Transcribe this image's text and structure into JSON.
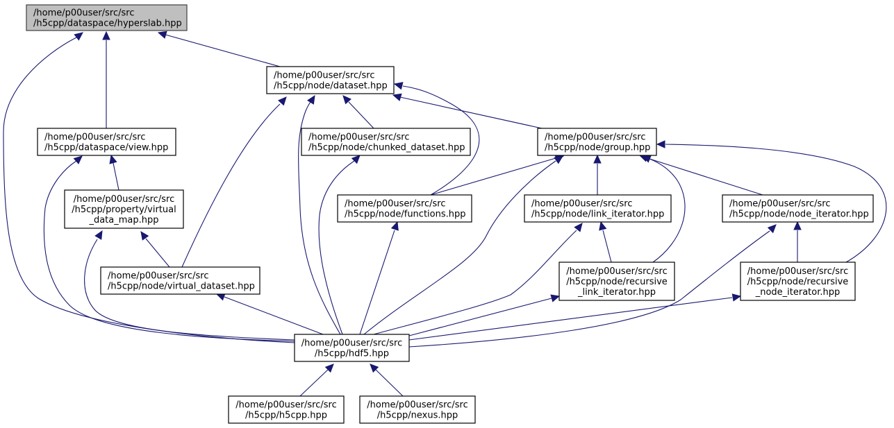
{
  "diagram": {
    "type": "include-dependency-graph",
    "edge_color": "#191970",
    "root_fill": "#bfbfbf",
    "nodes": [
      {
        "id": "hyperslab",
        "lines": [
          "/home/p00user/src/src",
          "/h5cpp/dataspace/hyperslab.hpp"
        ],
        "root": true
      },
      {
        "id": "dataset",
        "lines": [
          "/home/p00user/src/src",
          "/h5cpp/node/dataset.hpp"
        ]
      },
      {
        "id": "view",
        "lines": [
          "/home/p00user/src/src",
          "/h5cpp/dataspace/view.hpp"
        ]
      },
      {
        "id": "chunked_dataset",
        "lines": [
          "/home/p00user/src/src",
          "/h5cpp/node/chunked_dataset.hpp"
        ]
      },
      {
        "id": "group",
        "lines": [
          "/home/p00user/src/src",
          "/h5cpp/node/group.hpp"
        ]
      },
      {
        "id": "virtual_data_map",
        "lines": [
          "/home/p00user/src/src",
          "/h5cpp/property/virtual",
          "_data_map.hpp"
        ]
      },
      {
        "id": "functions",
        "lines": [
          "/home/p00user/src/src",
          "/h5cpp/node/functions.hpp"
        ]
      },
      {
        "id": "link_iterator",
        "lines": [
          "/home/p00user/src/src",
          "/h5cpp/node/link_iterator.hpp"
        ]
      },
      {
        "id": "node_iterator",
        "lines": [
          "/home/p00user/src/src",
          "/h5cpp/node/node_iterator.hpp"
        ]
      },
      {
        "id": "virtual_dataset",
        "lines": [
          "/home/p00user/src/src",
          "/h5cpp/node/virtual_dataset.hpp"
        ]
      },
      {
        "id": "recursive_link_iterator",
        "lines": [
          "/home/p00user/src/src",
          "/h5cpp/node/recursive",
          "_link_iterator.hpp"
        ]
      },
      {
        "id": "recursive_node_iterator",
        "lines": [
          "/home/p00user/src/src",
          "/h5cpp/node/recursive",
          "_node_iterator.hpp"
        ]
      },
      {
        "id": "hdf5",
        "lines": [
          "/home/p00user/src/src",
          "/h5cpp/hdf5.hpp"
        ]
      },
      {
        "id": "h5cpp",
        "lines": [
          "/home/p00user/src/src",
          "/h5cpp/h5cpp.hpp"
        ]
      },
      {
        "id": "nexus",
        "lines": [
          "/home/p00user/src/src",
          "/h5cpp/nexus.hpp"
        ]
      }
    ],
    "edges": [
      {
        "from": "dataset",
        "to": "hyperslab"
      },
      {
        "from": "view",
        "to": "hyperslab"
      },
      {
        "from": "hdf5",
        "to": "hyperslab"
      },
      {
        "from": "chunked_dataset",
        "to": "dataset"
      },
      {
        "from": "group",
        "to": "dataset"
      },
      {
        "from": "functions",
        "to": "dataset"
      },
      {
        "from": "virtual_dataset",
        "to": "dataset"
      },
      {
        "from": "hdf5",
        "to": "dataset"
      },
      {
        "from": "virtual_data_map",
        "to": "view"
      },
      {
        "from": "hdf5",
        "to": "view"
      },
      {
        "from": "virtual_dataset",
        "to": "virtual_data_map"
      },
      {
        "from": "hdf5",
        "to": "virtual_data_map"
      },
      {
        "from": "hdf5",
        "to": "virtual_dataset"
      },
      {
        "from": "hdf5",
        "to": "chunked_dataset"
      },
      {
        "from": "functions",
        "to": "group"
      },
      {
        "from": "link_iterator",
        "to": "group"
      },
      {
        "from": "node_iterator",
        "to": "group"
      },
      {
        "from": "recursive_link_iterator",
        "to": "group"
      },
      {
        "from": "recursive_node_iterator",
        "to": "group"
      },
      {
        "from": "hdf5",
        "to": "group"
      },
      {
        "from": "hdf5",
        "to": "functions"
      },
      {
        "from": "recursive_link_iterator",
        "to": "link_iterator"
      },
      {
        "from": "hdf5",
        "to": "link_iterator"
      },
      {
        "from": "recursive_node_iterator",
        "to": "node_iterator"
      },
      {
        "from": "hdf5",
        "to": "node_iterator"
      },
      {
        "from": "hdf5",
        "to": "recursive_link_iterator"
      },
      {
        "from": "hdf5",
        "to": "recursive_node_iterator"
      },
      {
        "from": "h5cpp",
        "to": "hdf5"
      },
      {
        "from": "nexus",
        "to": "hdf5"
      }
    ]
  }
}
